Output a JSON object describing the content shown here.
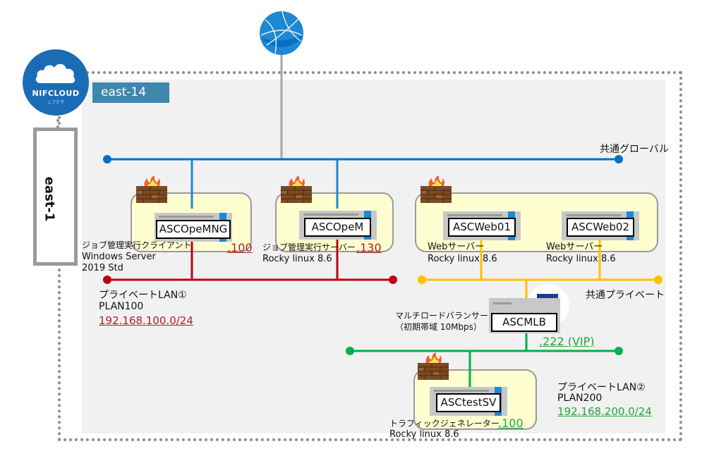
{
  "cloud": {
    "logo_text": "NIFCLOUD",
    "logo_subtext": "ニフクラ",
    "region": "east-14",
    "availability_zone": "east-1",
    "internet_icon": "globe-icon"
  },
  "networks": {
    "global": {
      "label": "共通グローバル",
      "color": "#0070c8"
    },
    "common_private": {
      "label": "共通プライベート",
      "color": "#ffc000"
    },
    "private_lan_1": {
      "label": "プライベートLAN①",
      "name": "PLAN100",
      "cidr": "192.168.100.0/24",
      "color": "#c00010"
    },
    "private_lan_2": {
      "label": "プライベートLAN②",
      "name": "PLAN200",
      "cidr": "192.168.200.0/24",
      "color": "#00b050"
    }
  },
  "servers": [
    {
      "name": "ASCOpeMNG",
      "role": "ジョブ管理実行クライアント",
      "os_line1": "Windows Server",
      "os_line2": "2019 Std",
      "ip": ".100"
    },
    {
      "name": "ASCOpeM",
      "role": "ジョブ管理実行サーバー",
      "os_line1": "Rocky linux 8.6",
      "ip": ".130"
    },
    {
      "name": "ASCWeb01",
      "role": "Webサーバー",
      "os_line1": "Rocky linux 8.6"
    },
    {
      "name": "ASCWeb02",
      "role": "Webサーバー",
      "os_line1": "Rocky linux 8.6"
    },
    {
      "name": "ASCtestSV",
      "role": "トラフィックジェネレーター",
      "os_line1": "Rocky linux 8.6",
      "ip": ".100"
    }
  ],
  "load_balancer": {
    "name": "ASCMLB",
    "type": "マルチロードバランサー",
    "bandwidth": "（初期帯域 10Mbps）",
    "vip": ".222 (VIP)"
  },
  "icons": {
    "firewall": "firewall-icon",
    "load_balancer": "load-balancer-icon",
    "cloud_logo": "cloud-icon"
  }
}
